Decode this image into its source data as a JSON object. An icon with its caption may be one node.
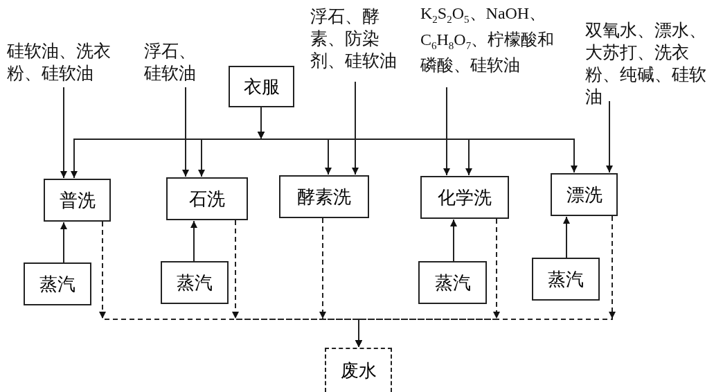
{
  "diagram": {
    "nodes": [
      {
        "text": [
          "硅软油、洗衣粉、硅软油"
        ]
      },
      {
        "text": [
          "浮石、硅软油"
        ]
      },
      {
        "text": [
          "浮石、酵素、防染剂、硅软油"
        ]
      },
      {
        "text": [
          "K$_{2}$S$_{2}$O$_{5}$、NaOH、C$_{6}$H$_{8}$O$_{7}$、柠檬酸和磷酸、硅软油"
        ]
      },
      {
        "text": [
          "双氧水、漂水、大苏打、洗衣粉、纯碱、硅软油"
        ]
      },
      {
        "text": [
          "衣服"
        ]
      },
      {
        "text": [
          "普洗"
        ]
      },
      {
        "text": [
          "石洗"
        ]
      },
      {
        "text": [
          "酵素洗"
        ]
      },
      {
        "text": [
          "化学洗"
        ]
      },
      {
        "text": [
          "漂洗"
        ]
      },
      {
        "text": [
          "蒸汽"
        ]
      },
      {
        "text": [
          "蒸汽"
        ]
      },
      {
        "text": [
          "蒸汽"
        ]
      },
      {
        "text": [
          "蒸汽"
        ]
      },
      {
        "text": [
          "废水"
        ]
      }
    ],
    "edges": [
      {
        "from": 5,
        "to": 6,
        "arrow": "to"
      },
      {
        "from": 5,
        "to": 7,
        "arrow": "to"
      },
      {
        "from": 5,
        "to": 8,
        "arrow": "to"
      },
      {
        "from": 5,
        "to": 9,
        "arrow": "to"
      },
      {
        "from": 5,
        "to": 10,
        "arrow": "to"
      },
      {
        "from": 0,
        "to": 6,
        "arrow": "to"
      },
      {
        "from": 1,
        "to": 7,
        "arrow": "to"
      },
      {
        "from": 2,
        "to": 8,
        "arrow": "to"
      },
      {
        "from": 3,
        "to": 9,
        "arrow": "to"
      },
      {
        "from": 4,
        "to": 10,
        "arrow": "to"
      },
      {
        "from": 11,
        "to": 6,
        "arrow": "to"
      },
      {
        "from": 12,
        "to": 7,
        "arrow": "to"
      },
      {
        "from": 13,
        "to": 9,
        "arrow": "to"
      },
      {
        "from": 14,
        "to": 10,
        "arrow": "to"
      },
      {
        "from": 6,
        "to": 15,
        "arrow": "to",
        "style": "dashed"
      },
      {
        "from": 7,
        "to": 15,
        "arrow": "to",
        "style": "dashed"
      },
      {
        "from": 8,
        "to": 15,
        "arrow": "to",
        "style": "dashed"
      },
      {
        "from": 9,
        "to": 15,
        "arrow": "to",
        "style": "dashed"
      },
      {
        "from": 10,
        "to": 15,
        "arrow": "to",
        "style": "dashed"
      }
    ]
  }
}
